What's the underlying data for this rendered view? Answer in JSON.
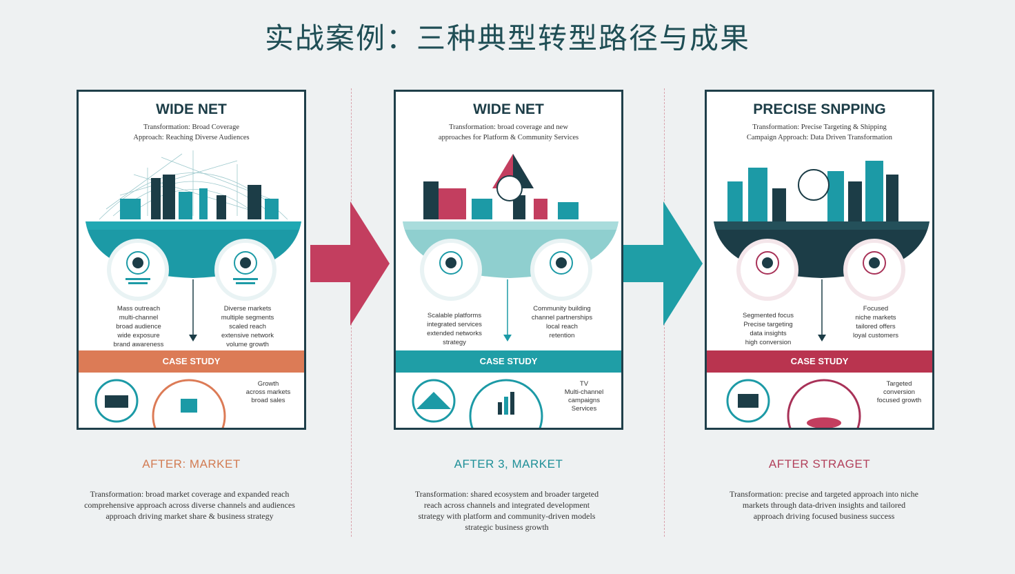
{
  "page": {
    "title": "实战案例：三种典型转型路径与成果"
  },
  "cards": [
    {
      "title": "WIDE NET",
      "subtitle": [
        "Transformation: Broad Coverage",
        "Approach: Reaching Diverse Audiences"
      ],
      "left_caption": [
        "Mass outreach",
        "multi-channel",
        "broad audience",
        "wide exposure",
        "brand awareness"
      ],
      "right_caption": [
        "Diverse markets",
        "multiple segments",
        "scaled reach",
        "extensive network",
        "volume growth"
      ],
      "band_label": "CASE STUDY",
      "bottom_note": [
        "Growth",
        "across markets",
        "broad sales"
      ],
      "after_label": "AFTER: MARKET",
      "description": [
        "Transformation: broad market coverage and expanded reach",
        "comprehensive approach across diverse channels and audiences",
        "approach driving market share & business strategy"
      ],
      "accent": "#1c9aa6",
      "band_color": "#dc7b56",
      "after_color": "#d27b52"
    },
    {
      "title": "WIDE NET",
      "subtitle": [
        "Transformation: broad coverage and new",
        "approaches for Platform & Community Services"
      ],
      "left_caption": [
        "Scalable platforms",
        "integrated services",
        "extended networks",
        "strategy"
      ],
      "right_caption": [
        "Community building",
        "channel partnerships",
        "local reach",
        "retention"
      ],
      "band_label": "CASE STUDY",
      "bottom_note": [
        "TV",
        "Multi-channel",
        "campaigns",
        "Services"
      ],
      "after_label": "AFTER 3, MARKET",
      "description": [
        "Transformation: shared ecosystem and broader targeted",
        "reach across channels and integrated development",
        "strategy with platform and community-driven models",
        "strategic business growth"
      ],
      "accent": "#1c9aa6",
      "band_color": "#1f9ea6",
      "after_color": "#1d8f97"
    },
    {
      "title": "PRECISE SNPPING",
      "subtitle": [
        "Transformation: Precise Targeting & Shipping",
        "Campaign Approach: Data Driven Transformation"
      ],
      "left_caption": [
        "Segmented focus",
        "Precise targeting",
        "data insights",
        "high conversion"
      ],
      "right_caption": [
        "Focused",
        "niche markets",
        "tailored offers",
        "loyal customers"
      ],
      "band_label": "CASE STUDY",
      "bottom_note": [
        "Targeted",
        "conversion",
        "focused growth"
      ],
      "after_label": "AFTER STRAGET",
      "description": [
        "Transformation: precise and targeted approach into niche",
        "markets through data-driven insights and tailored",
        "approach driving focused business success"
      ],
      "accent": "#a83258",
      "band_color": "#b9344f",
      "after_color": "#b2405b"
    }
  ],
  "arrows": {
    "first_color": "#c33e5f",
    "second_color": "#1f9ea6"
  }
}
